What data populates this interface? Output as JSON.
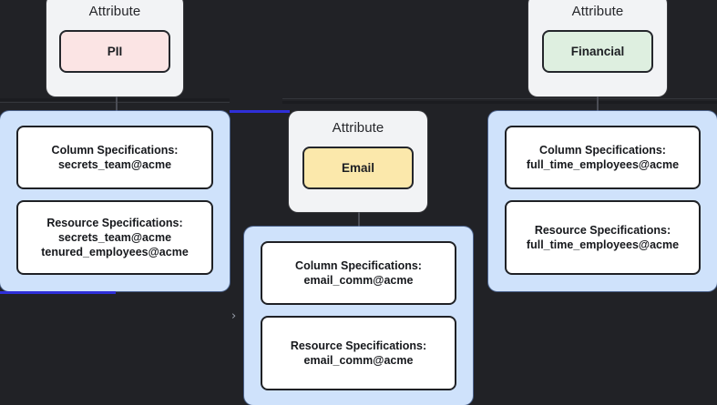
{
  "canvas": {
    "background_color": "#212226",
    "group_fill_color": "#cfe2fb",
    "card_fill_color": "#f2f3f5",
    "accent_blue": "#2f2fd8"
  },
  "attributes": [
    {
      "id": "pii",
      "title": "Attribute",
      "chip_label": "PII",
      "chip_color": "#fbe4e4"
    },
    {
      "id": "financial",
      "title": "Attribute",
      "chip_label": "Financial",
      "chip_color": "#deefe0"
    },
    {
      "id": "email",
      "title": "Attribute",
      "chip_label": "Email",
      "chip_color": "#fbe8ab"
    }
  ],
  "spec_groups": [
    {
      "id": "pii-specs",
      "boxes": [
        {
          "title": "Column Specifications:",
          "items": [
            "secrets_team@acme"
          ]
        },
        {
          "title": "Resource Specifications:",
          "items": [
            "secrets_team@acme",
            "tenured_employees@acme"
          ]
        }
      ]
    },
    {
      "id": "financial-specs",
      "boxes": [
        {
          "title": "Column Specifications:",
          "items": [
            "full_time_employees@acme"
          ]
        },
        {
          "title": "Resource Specifications:",
          "items": [
            "full_time_employees@acme"
          ]
        }
      ]
    },
    {
      "id": "email-specs",
      "boxes": [
        {
          "title": "Column Specifications:",
          "items": [
            "email_comm@acme"
          ]
        },
        {
          "title": "Resource Specifications:",
          "items": [
            "email_comm@acme"
          ]
        }
      ]
    }
  ],
  "controls": {
    "expand_chevron": "›"
  }
}
